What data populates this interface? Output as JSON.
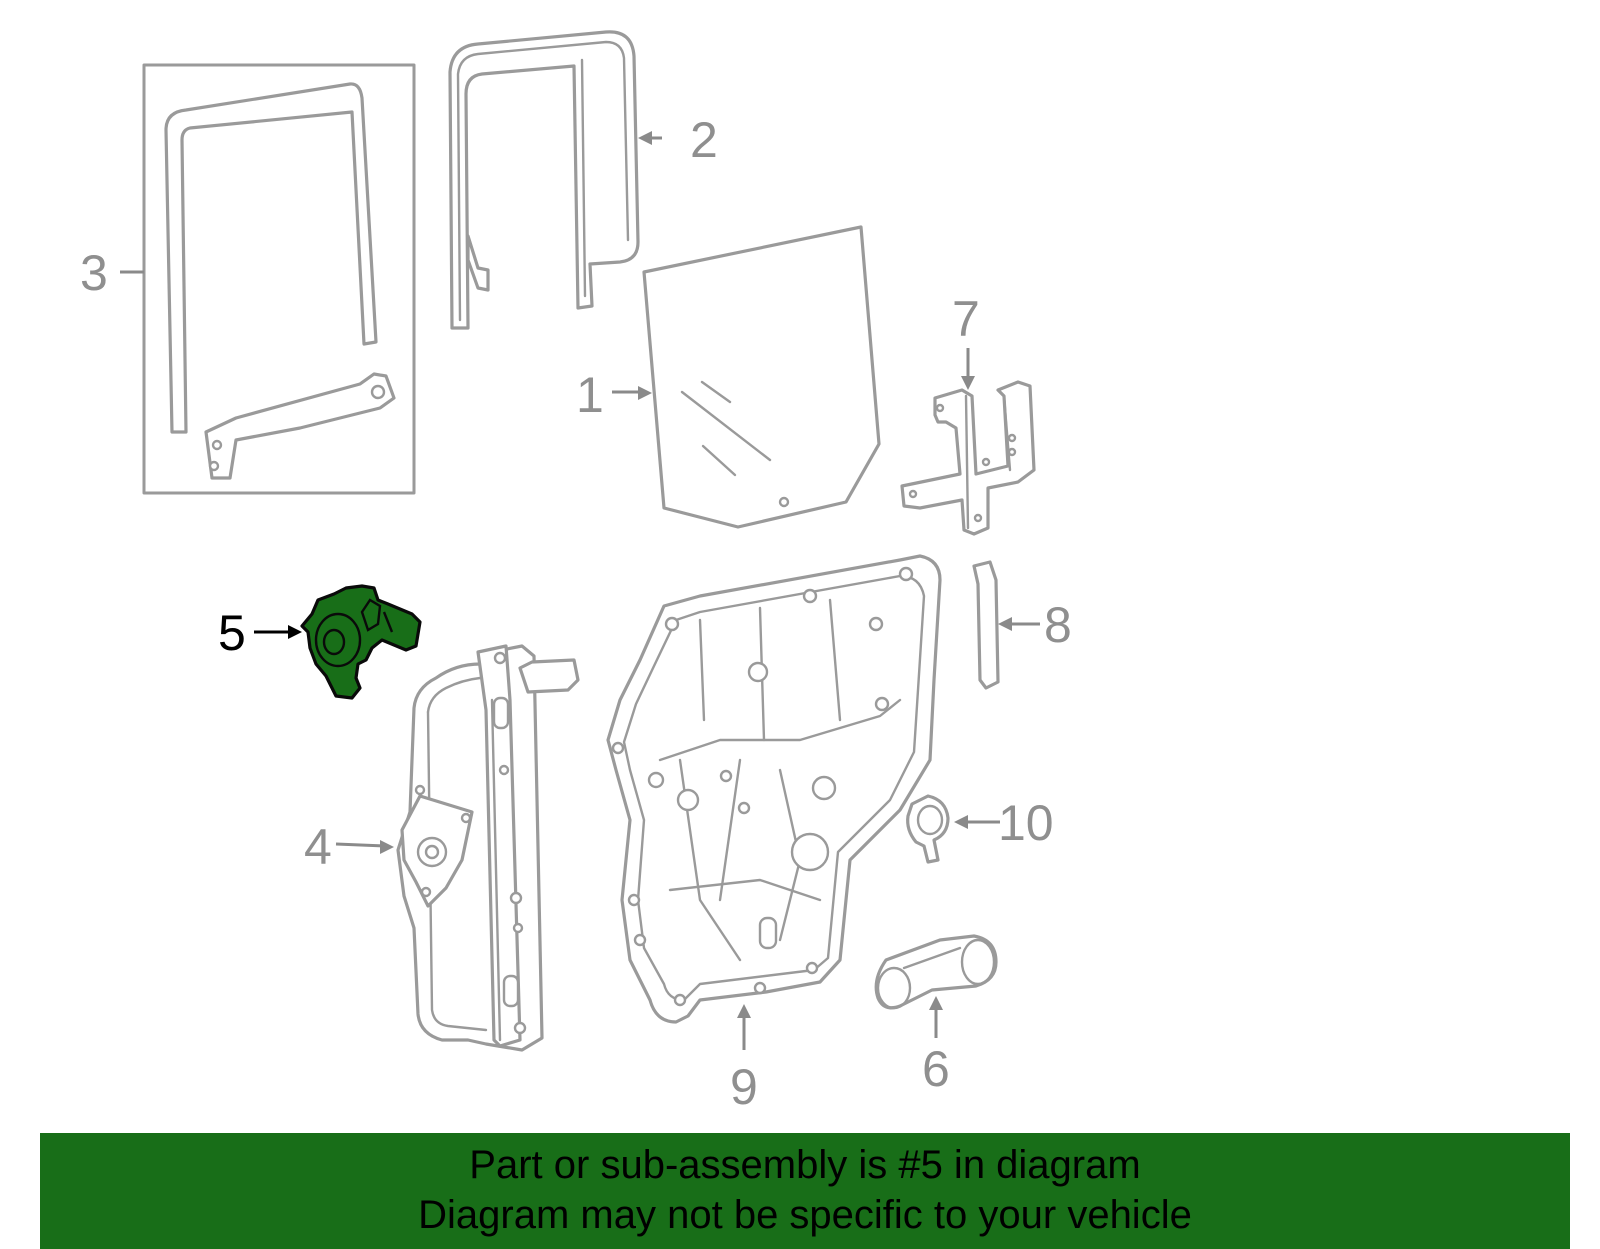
{
  "diagram": {
    "callouts": {
      "c1": "1",
      "c2": "2",
      "c3": "3",
      "c4": "4",
      "c5": "5",
      "c6": "6",
      "c7": "7",
      "c8": "8",
      "c9": "9",
      "c10": "10"
    },
    "highlighted_part": "5",
    "highlight_color": "#186e18"
  },
  "banner": {
    "line1": "Part or sub-assembly is #5 in diagram",
    "line2": "Diagram may not be specific to your vehicle",
    "background": "#186e18"
  }
}
